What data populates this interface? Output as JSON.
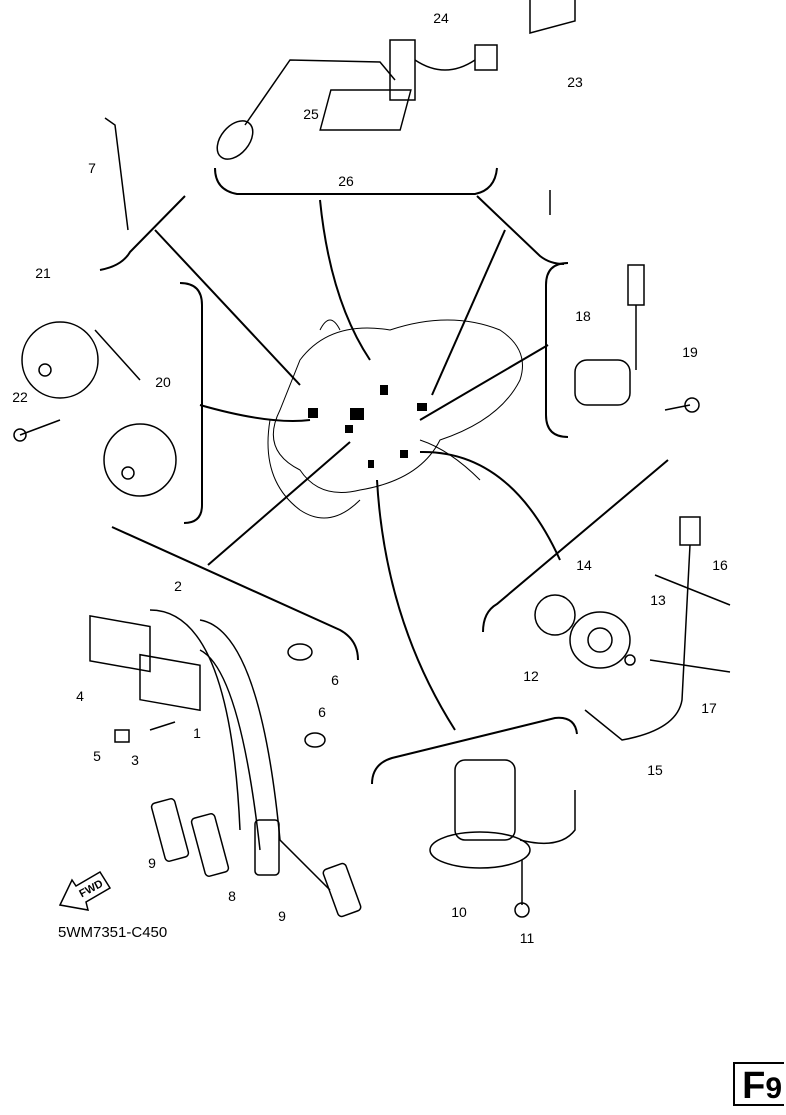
{
  "diagram": {
    "part_labels": [
      "24",
      "25",
      "26",
      "23",
      "7",
      "21",
      "22",
      "20",
      "18",
      "19",
      "14",
      "16",
      "13",
      "12",
      "17",
      "15",
      "2",
      "6",
      "4",
      "1",
      "6",
      "5",
      "3",
      "9",
      "8",
      "9",
      "10",
      "11"
    ],
    "fwd_arrow_text": "FWD",
    "drawing_code": "5WM7351-C450",
    "page_id": {
      "letter": "F",
      "number": "9"
    }
  }
}
